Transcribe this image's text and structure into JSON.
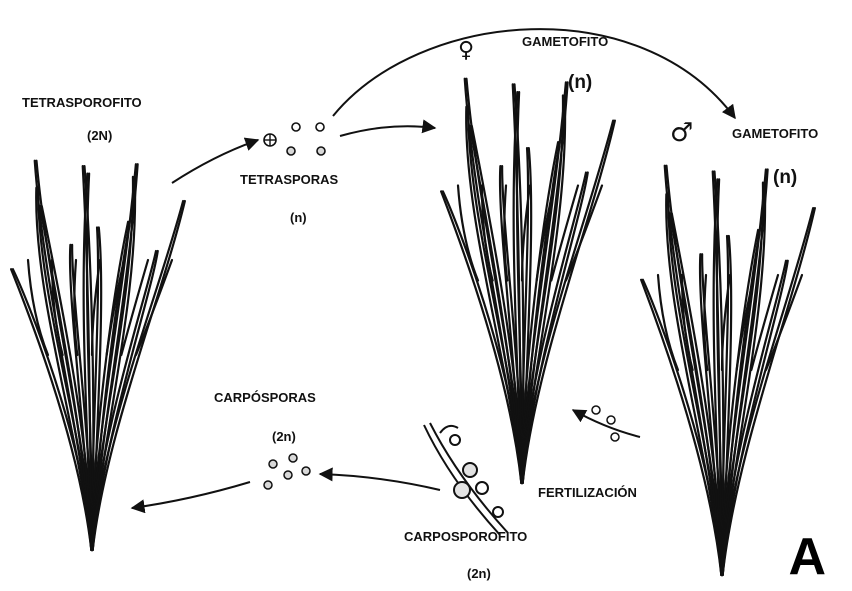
{
  "diagram": {
    "tetrasporofito": {
      "title": "TETRASPOROFITO",
      "ploidy": "(2N)"
    },
    "tetrasporas": {
      "title": "TETRASPORAS",
      "ploidy": "(n)"
    },
    "gametofito_female": {
      "symbol": "♀",
      "title": "GAMETOFITO",
      "ploidy": "(n)"
    },
    "gametofito_male": {
      "symbol": "♂",
      "title": "GAMETOFITO",
      "ploidy": "(n)"
    },
    "carposporas": {
      "title": "CARPÓSPORAS",
      "ploidy": "(2n)"
    },
    "carposporofito": {
      "title": "CARPOSPOROFITO",
      "ploidy": "(2n)"
    },
    "fertilizacion": {
      "title": "FERTILIZACIÓN"
    },
    "panel_letter": "A"
  },
  "colors": {
    "ink": "#111111",
    "background": "#ffffff",
    "spore_fill": "#d8d8d8"
  },
  "icons": [
    "female-symbol-icon",
    "male-symbol-icon",
    "tetraspore-cross-icon"
  ]
}
